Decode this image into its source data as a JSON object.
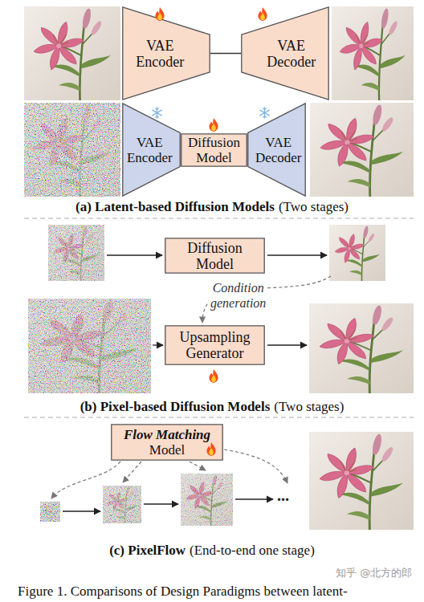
{
  "diagram": {
    "caption": "Figure 1. Comparisons of Design Paradigms between latent-",
    "nodes": [
      {
        "text": [
          "VAE Encoder"
        ]
      },
      {
        "text": [
          "VAE Decoder"
        ]
      },
      {
        "text": [
          "VAE Encoder"
        ]
      },
      {
        "text": [
          "Diffusion Model"
        ]
      },
      {
        "text": [
          "VAE Decoder"
        ]
      },
      {
        "text": [
          "Diffusion Model"
        ]
      },
      {
        "text": [
          "Upsampling Generator"
        ]
      },
      {
        "text": [
          "Flow Matching",
          "Model"
        ]
      }
    ],
    "edges": [
      {
        "from": 0,
        "to": 1,
        "arrow": "none"
      }
    ],
    "labels": [
      "(a) Latent-based Diffusion Models",
      "(Two stages)",
      "Condition generation",
      "(b) Pixel-based Diffusion Models",
      "(Two stages)",
      "(c) PixelFlow",
      "(End-to-end one stage)",
      "...",
      "知乎 @北方的郎"
    ]
  }
}
